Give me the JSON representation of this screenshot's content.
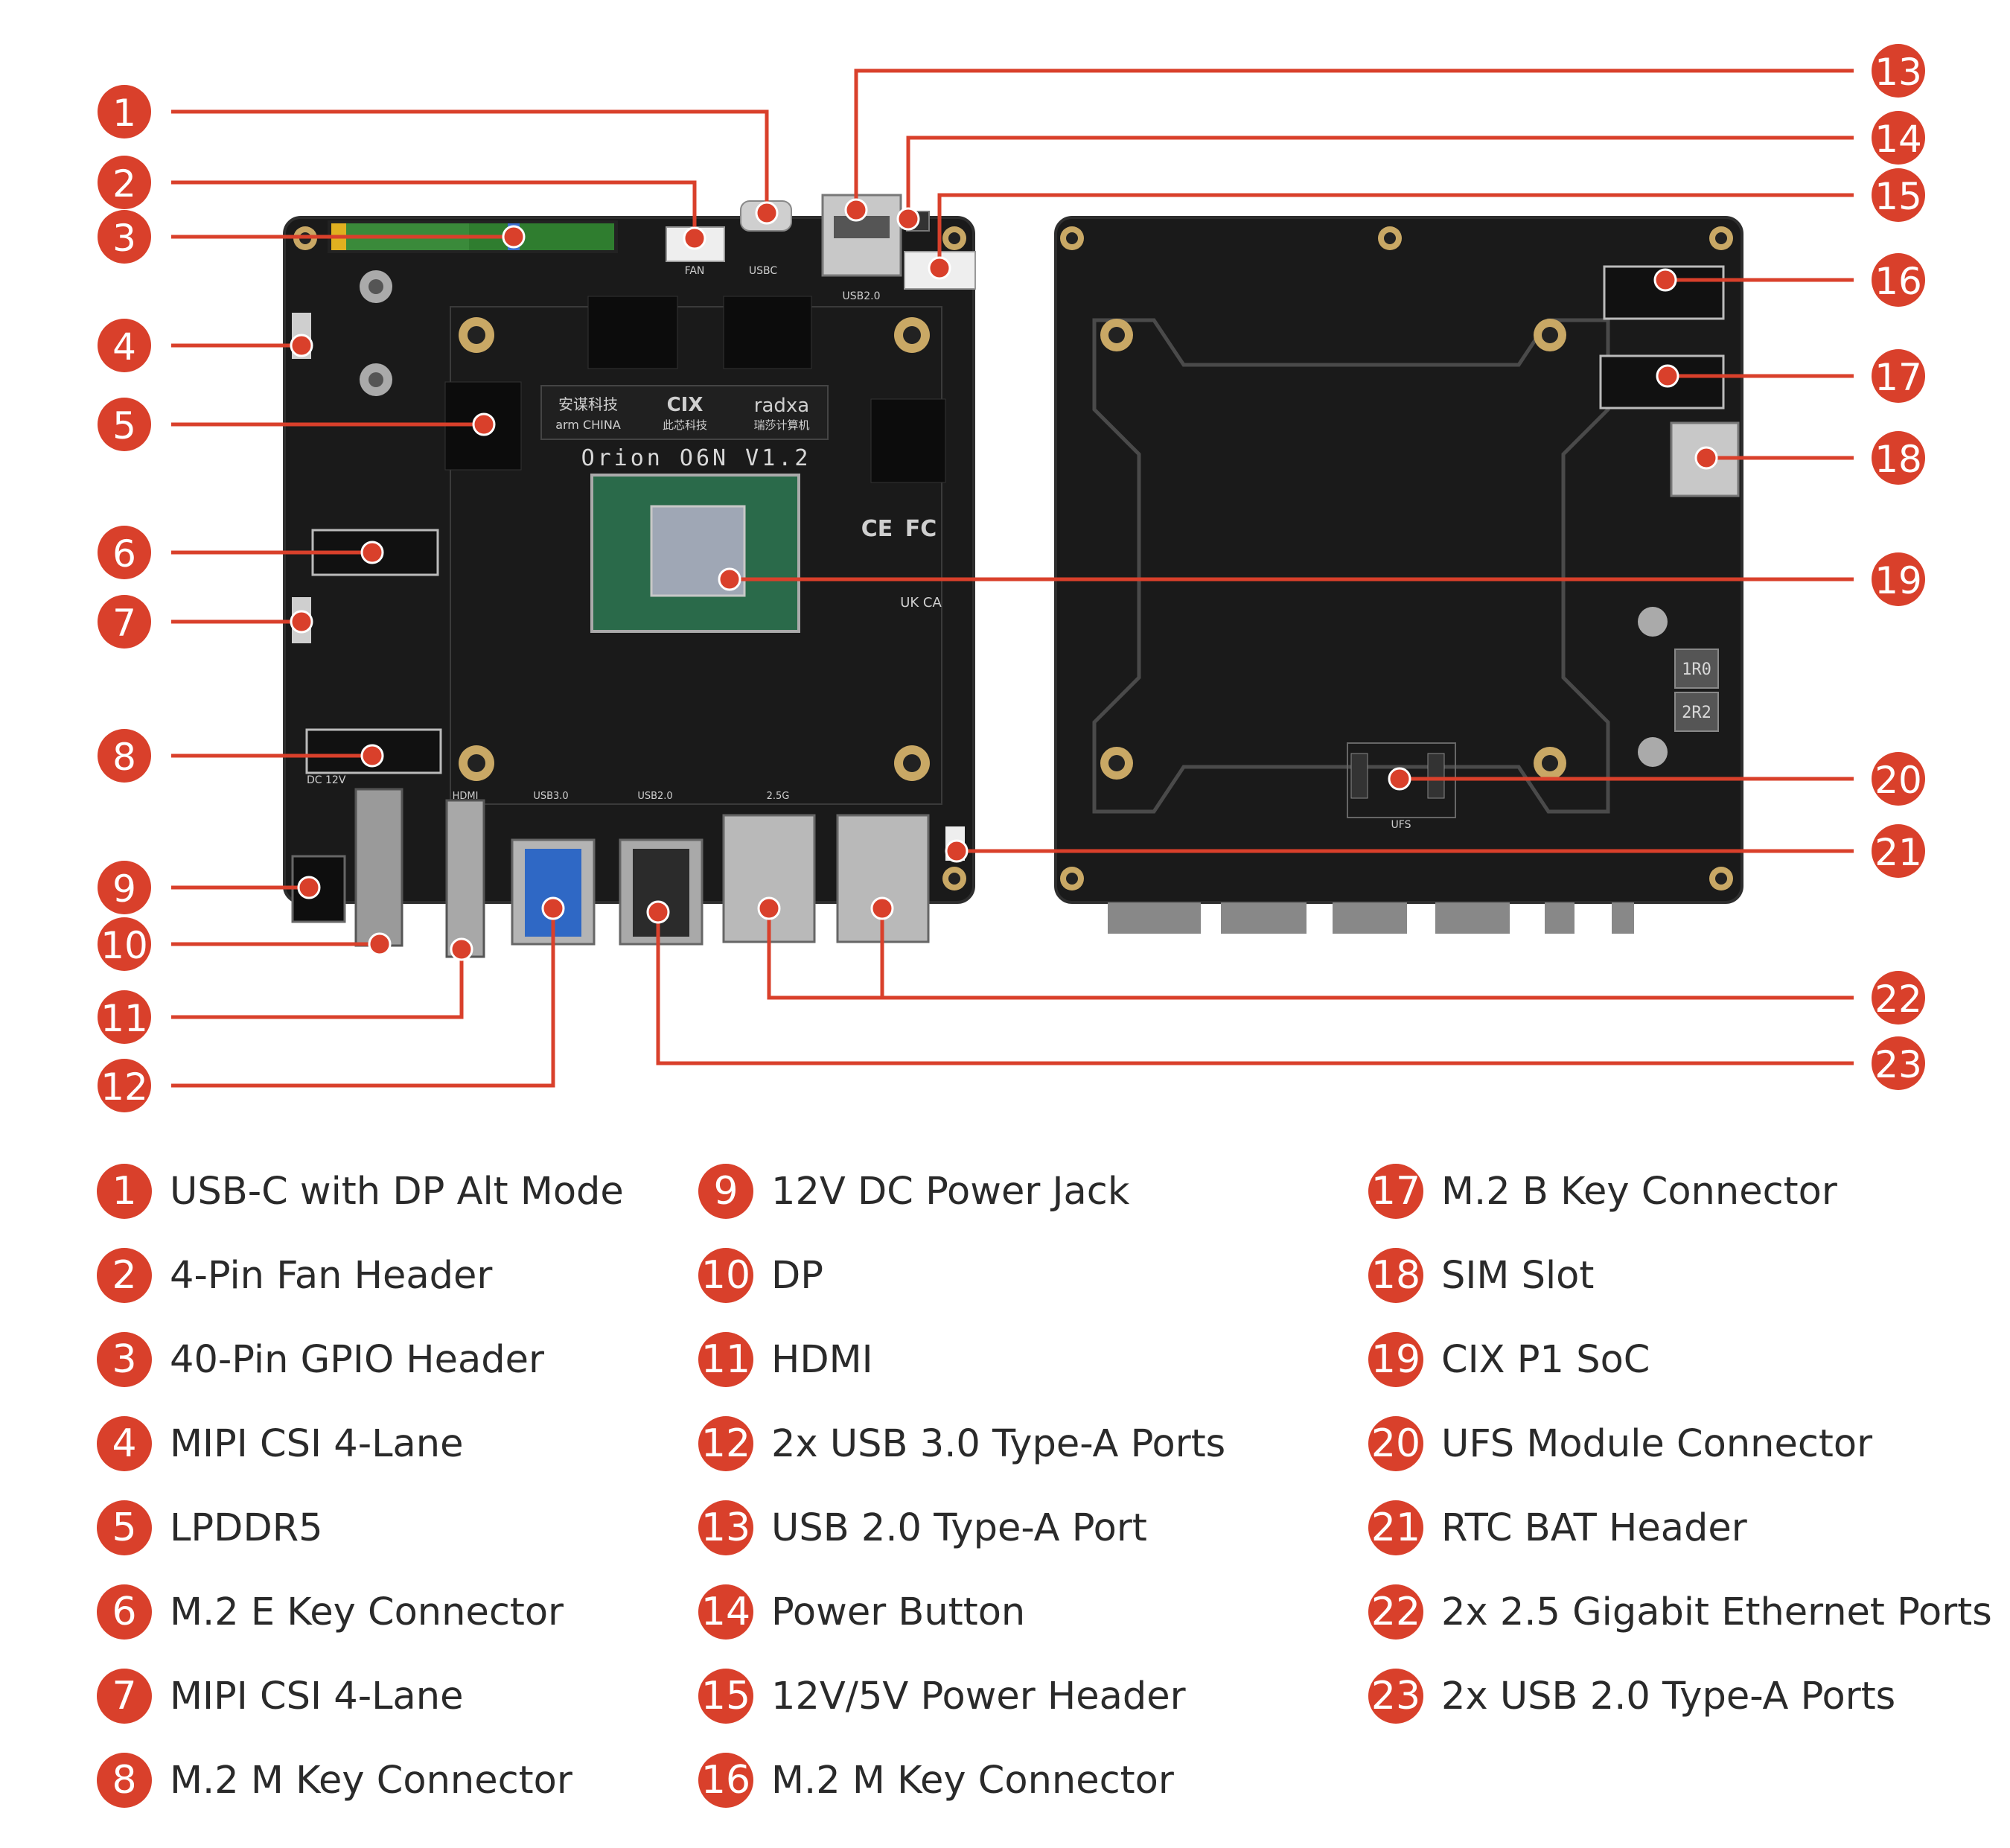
{
  "colors": {
    "accent": "#d9402b",
    "board": "#1b1b1b",
    "board_edge": "#2b2b2b",
    "text": "#2a2a2a"
  },
  "board_front": {
    "silkscreen_title": "Orion O6N V1.2",
    "logo_arm_china_cn": "安谋科技",
    "logo_arm_china_en": "arm CHINA",
    "logo_cix": "CIX",
    "logo_cix_cn": "此芯科技",
    "logo_radxa": "radxa",
    "logo_radxa_cn": "瑞莎计算机",
    "port_label_fan": "FAN",
    "port_label_usbc": "USBC",
    "port_label_usb2": "USB2.0",
    "port_label_dc": "DC 12V",
    "port_label_hdmi": "HDMI",
    "port_label_usb3": "USB3.0",
    "port_label_usb2_bottom": "USB2.0",
    "port_label_eth": "2.5G",
    "cert_ce": "CE",
    "cert_fc": "FC",
    "cert_ukca": "UK CA"
  },
  "board_back": {
    "inductor_1": "1R0",
    "inductor_2": "2R2",
    "label_ufs": "UFS"
  },
  "legend": [
    {
      "number": "1",
      "label": "USB-C with DP Alt Mode"
    },
    {
      "number": "2",
      "label": "4-Pin Fan Header"
    },
    {
      "number": "3",
      "label": "40-Pin GPIO Header"
    },
    {
      "number": "4",
      "label": "MIPI CSI 4-Lane"
    },
    {
      "number": "5",
      "label": "LPDDR5"
    },
    {
      "number": "6",
      "label": "M.2 E Key Connector"
    },
    {
      "number": "7",
      "label": "MIPI CSI 4-Lane"
    },
    {
      "number": "8",
      "label": "M.2 M Key Connector"
    },
    {
      "number": "9",
      "label": "12V DC Power Jack"
    },
    {
      "number": "10",
      "label": "DP"
    },
    {
      "number": "11",
      "label": "HDMI"
    },
    {
      "number": "12",
      "label": "2x USB 3.0 Type-A Ports"
    },
    {
      "number": "13",
      "label": "USB 2.0 Type-A Port"
    },
    {
      "number": "14",
      "label": "Power Button"
    },
    {
      "number": "15",
      "label": "12V/5V Power Header"
    },
    {
      "number": "16",
      "label": "M.2 M Key Connector"
    },
    {
      "number": "17",
      "label": "M.2 B Key Connector"
    },
    {
      "number": "18",
      "label": "SIM Slot"
    },
    {
      "number": "19",
      "label": "CIX P1 SoC"
    },
    {
      "number": "20",
      "label": "UFS Module Connector"
    },
    {
      "number": "21",
      "label": "RTC BAT Header"
    },
    {
      "number": "22",
      "label": "2x 2.5 Gigabit Ethernet Ports"
    },
    {
      "number": "23",
      "label": "2x USB 2.0 Type-A Ports"
    }
  ]
}
